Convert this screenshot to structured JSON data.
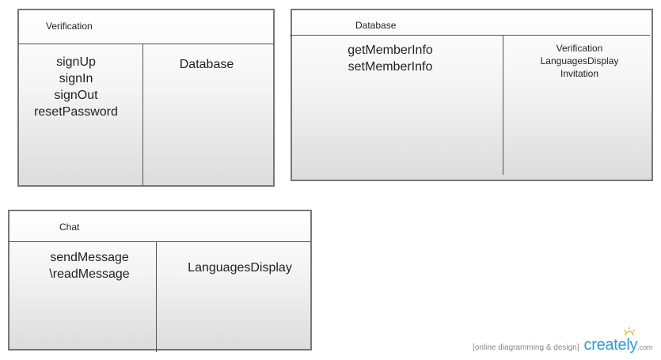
{
  "verification": {
    "title": "Verification",
    "methods": [
      "signUp",
      "signIn",
      "signOut",
      "resetPassword"
    ],
    "partner": "Database"
  },
  "database": {
    "title": "Database",
    "methods": [
      "getMemberInfo",
      "setMemberInfo"
    ],
    "partners": [
      "Verification",
      "LanguagesDisplay",
      "Invitation"
    ]
  },
  "chat": {
    "title": "Chat",
    "methods": [
      "sendMessage",
      "\\readMessage"
    ],
    "partner": "LanguagesDisplay"
  },
  "footer": {
    "tagline": "[online diagramming & design]",
    "brand": "creately",
    "brand_suffix": ".com"
  },
  "colors": {
    "brand": "#2e9bd6",
    "sun": "#f2b632"
  },
  "icons": {
    "logo_sun": "sun-icon"
  }
}
